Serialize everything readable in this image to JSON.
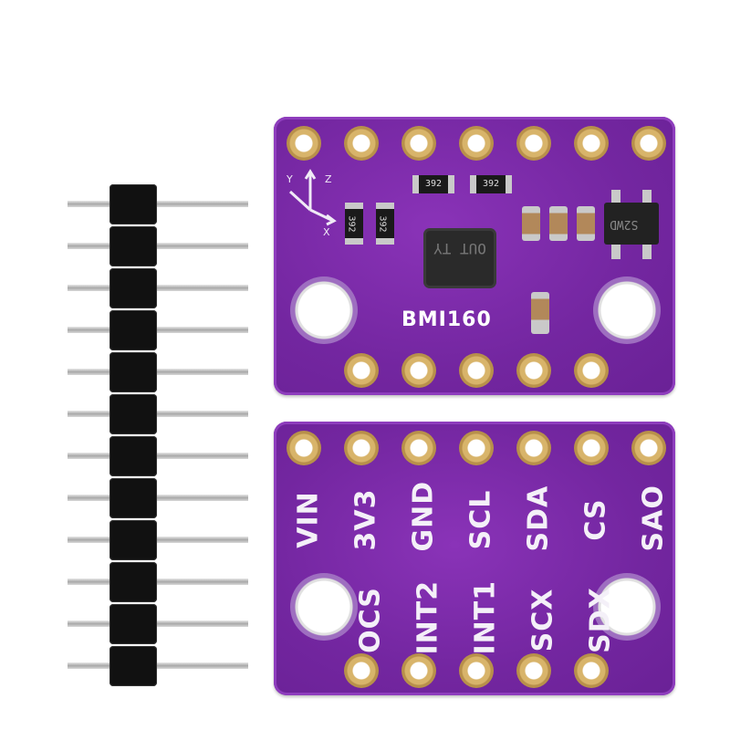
{
  "module": {
    "brand_text": "BMI160",
    "chip_marking": "OUT TY",
    "regulator_marking": "S2WD",
    "resistor_marking": "392",
    "front_label_row_top": [
      "VIN",
      "3V3",
      "GND",
      "SCL",
      "SDA",
      "CS",
      "SAO"
    ],
    "front_label_row_bottom": [
      "OCS",
      "INT2",
      "INT1",
      "SCX",
      "SDX"
    ],
    "axis_labels": [
      "Y",
      "Z",
      "X"
    ]
  },
  "colors": {
    "pcb": "#7a2aa6",
    "pad_gold": "#d8b46a",
    "header_plastic": "#111111",
    "pin_metal": "#c0c0c0"
  }
}
